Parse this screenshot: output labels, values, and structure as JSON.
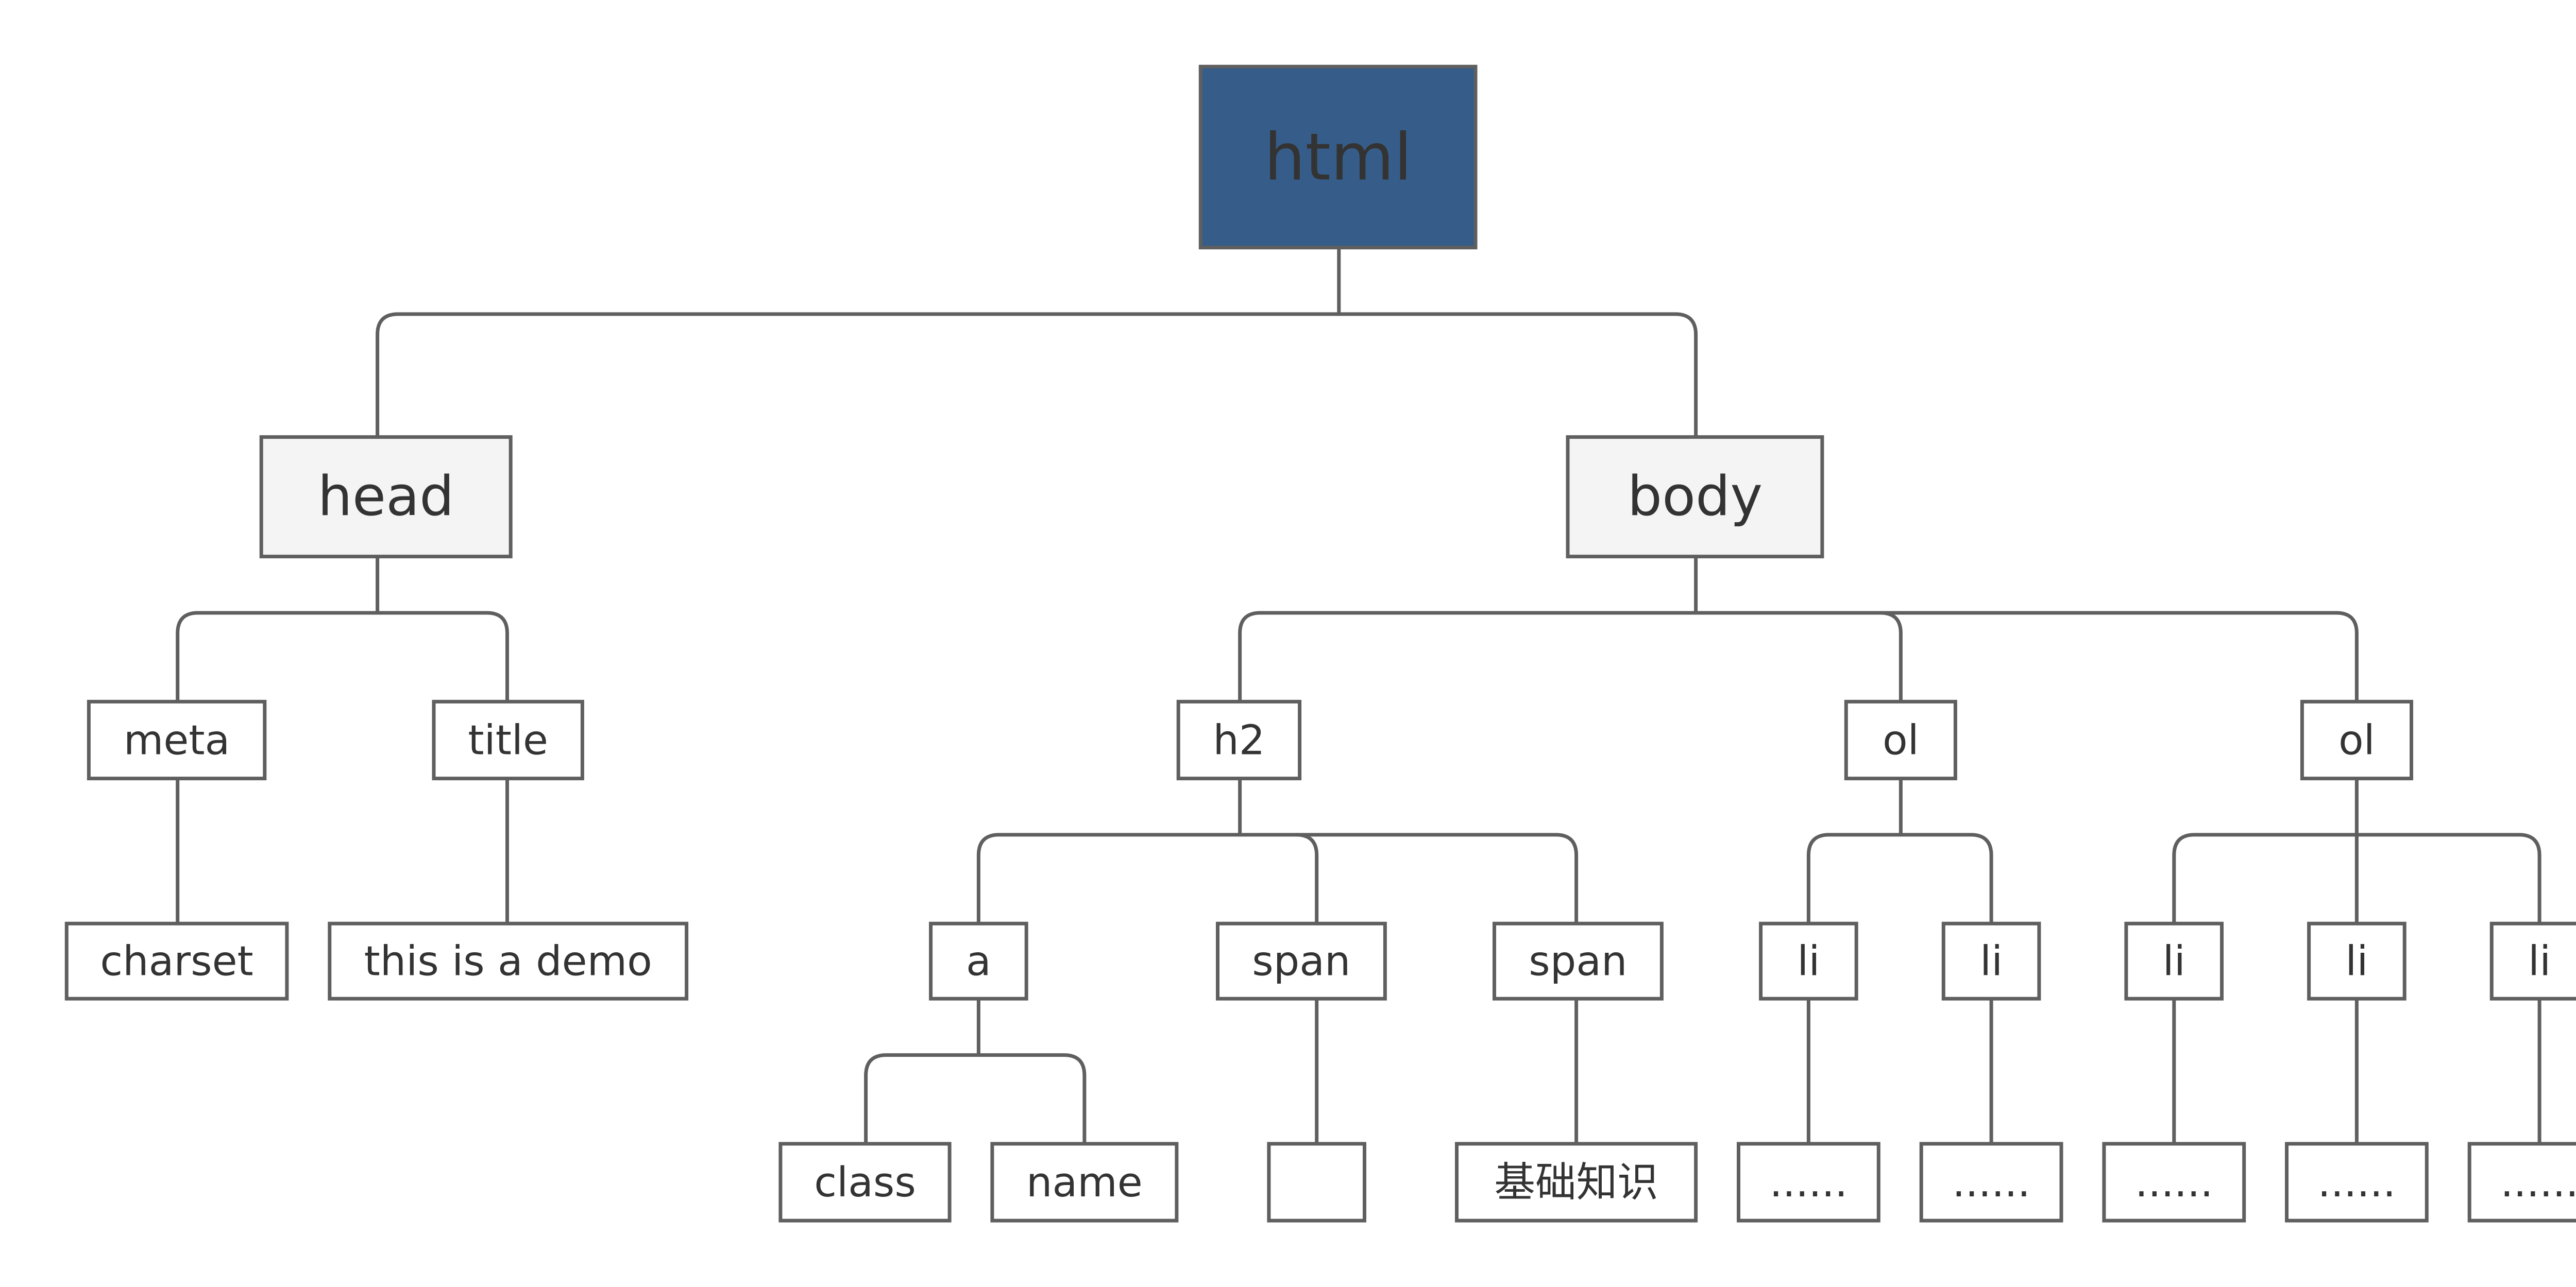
{
  "colors": {
    "root_fill": "#365d89",
    "root_text": "#ffffff",
    "level1_fill": "#f4f4f4",
    "node_fill": "#ffffff",
    "text": "#333333",
    "line": "#5f5f5f"
  },
  "tree": {
    "root": {
      "label": "html"
    },
    "head": {
      "label": "head",
      "meta": {
        "label": "meta",
        "child": {
          "label": "charset"
        }
      },
      "title": {
        "label": "title",
        "child": {
          "label": "this is a demo"
        }
      }
    },
    "body": {
      "label": "body",
      "h2": {
        "label": "h2",
        "a": {
          "label": "a",
          "children": [
            {
              "label": "class"
            },
            {
              "label": "name"
            }
          ]
        },
        "span1": {
          "label": "span",
          "child": {
            "label": ""
          }
        },
        "span2": {
          "label": "span",
          "child": {
            "label": "基础知识"
          }
        }
      },
      "ol1": {
        "label": "ol",
        "items": [
          {
            "label": "li",
            "child": {
              "label": "......"
            }
          },
          {
            "label": "li",
            "child": {
              "label": "......"
            }
          }
        ]
      },
      "ol2": {
        "label": "ol",
        "items": [
          {
            "label": "li",
            "child": {
              "label": "......"
            }
          },
          {
            "label": "li",
            "child": {
              "label": "......"
            }
          },
          {
            "label": "li",
            "child": {
              "label": "......"
            }
          }
        ]
      }
    }
  }
}
